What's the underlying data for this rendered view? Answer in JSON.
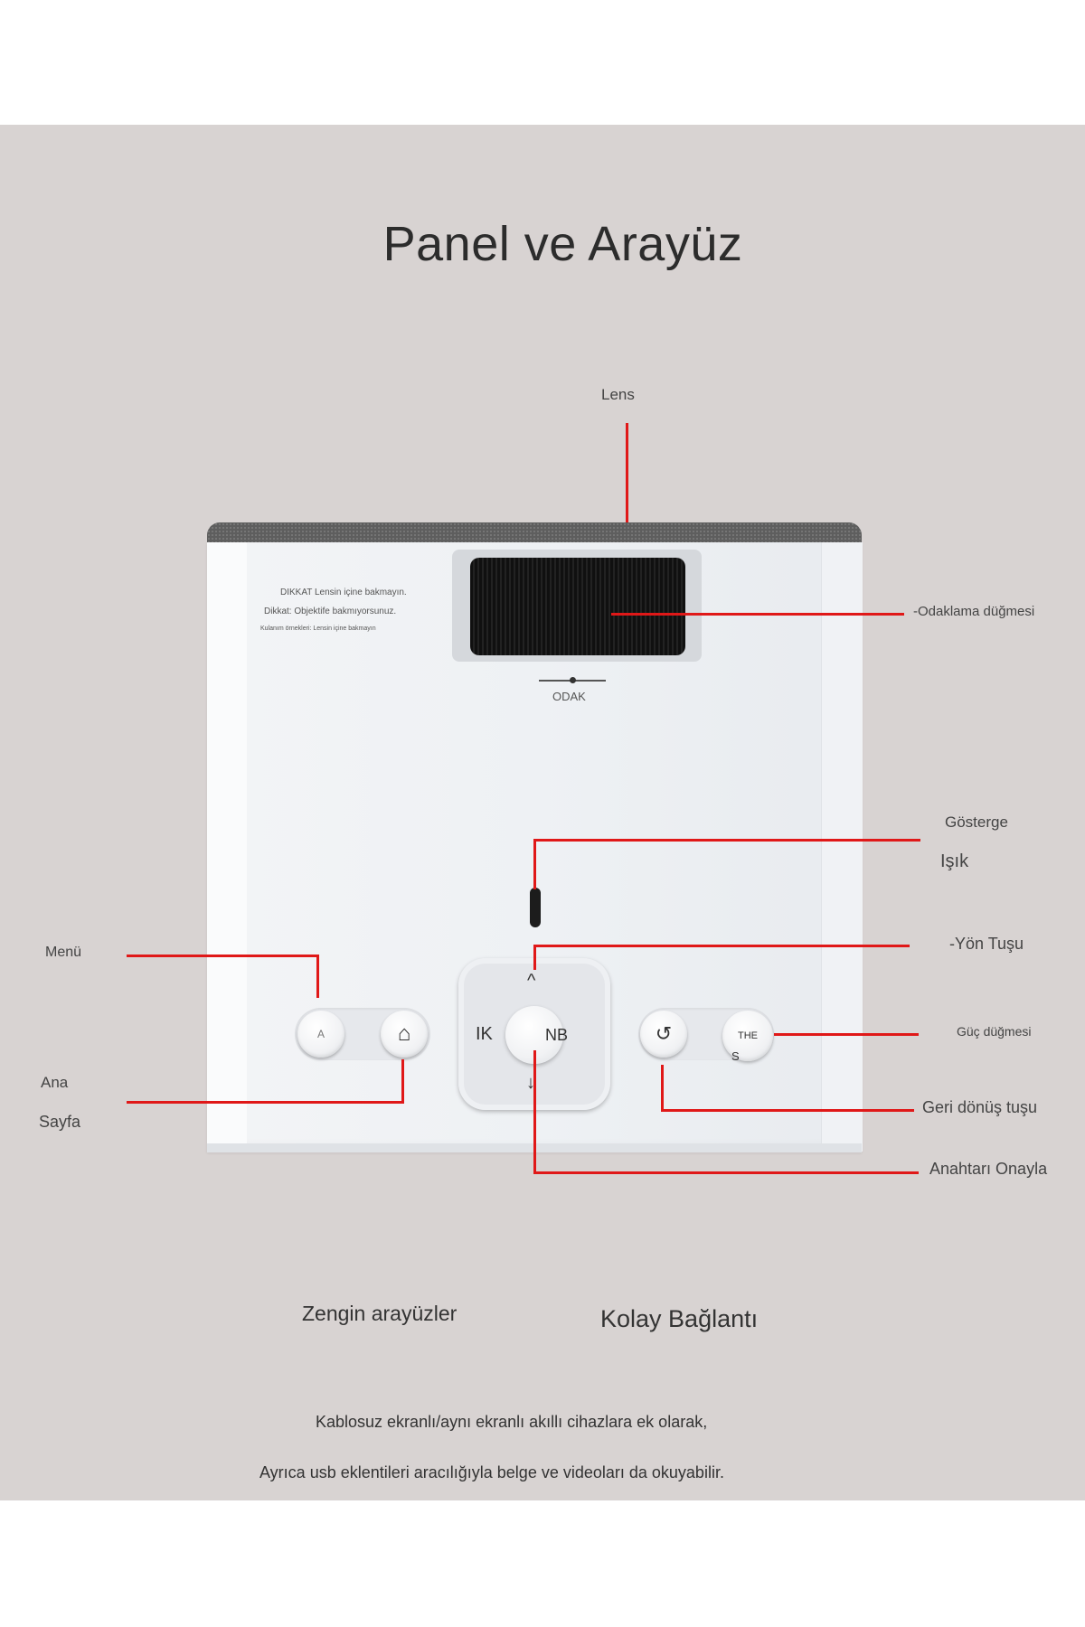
{
  "title": "Panel ve Arayüz",
  "device": {
    "warning_lines": [
      "DIKKAT Lensin içine bakmayın.",
      "Dikkat: Objektife bakmıyorsunuz.",
      "Kulanım örnekleri: Lensin içine bakmayın"
    ],
    "focus_text": "ODAK",
    "buttons": {
      "menu_glyph": "A",
      "home_glyph": "⌂",
      "back_glyph": "↺",
      "power_text": "THE",
      "power_sub": "S",
      "dpad_up": "^",
      "dpad_down": "↓",
      "dpad_left": "IK",
      "dpad_center": "NB"
    }
  },
  "callouts": {
    "lens": "Lens",
    "focus_button": "-Odaklama düğmesi",
    "indicator_1": "Gösterge",
    "indicator_2": "Işık",
    "menu": "Menü",
    "direction_key": "-Yön Tuşu",
    "power_button": "Güç düğmesi",
    "home_1": "Ana",
    "home_2": "Sayfa",
    "back_key": "Geri dönüş tuşu",
    "confirm_key": "Anahtarı Onayla"
  },
  "features": {
    "rich_interfaces": "Zengin arayüzler",
    "easy_connection": "Kolay Bağlantı"
  },
  "description": {
    "line1": "Kablosuz ekranlı/aynı ekranlı akıllı cihazlara ek olarak,",
    "line2": "Ayrıca usb eklentileri aracılığıyla belge ve videoları da okuyabilir."
  },
  "colors": {
    "background": "#d8d3d2",
    "callout_line": "#e01818",
    "device": "#eef1f4"
  }
}
